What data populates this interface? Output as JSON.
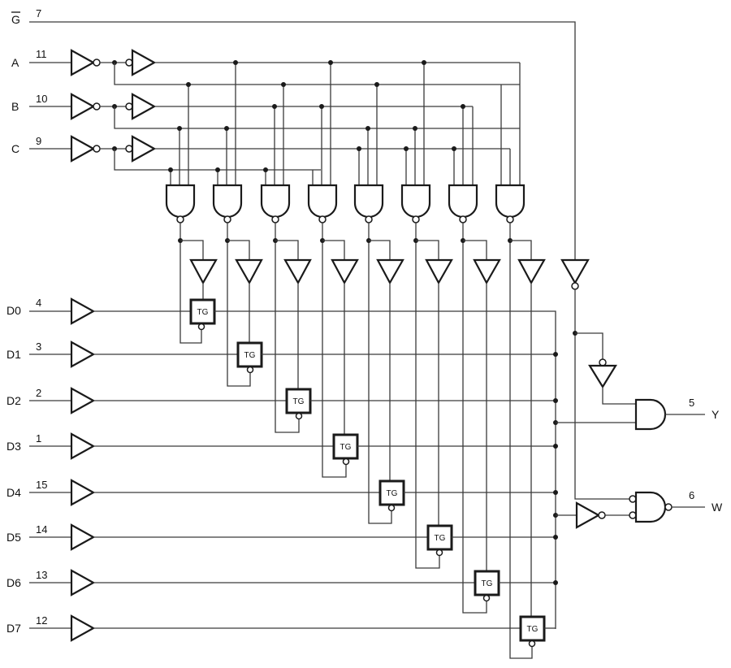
{
  "inputs": {
    "g_bar": {
      "label": "G",
      "pin": "7"
    },
    "selects": [
      {
        "label": "A",
        "pin": "11"
      },
      {
        "label": "B",
        "pin": "10"
      },
      {
        "label": "C",
        "pin": "9"
      }
    ],
    "data": [
      {
        "label": "D0",
        "pin": "4"
      },
      {
        "label": "D1",
        "pin": "3"
      },
      {
        "label": "D2",
        "pin": "2"
      },
      {
        "label": "D3",
        "pin": "1"
      },
      {
        "label": "D4",
        "pin": "15"
      },
      {
        "label": "D5",
        "pin": "14"
      },
      {
        "label": "D6",
        "pin": "13"
      },
      {
        "label": "D7",
        "pin": "12"
      }
    ]
  },
  "outputs": [
    {
      "label": "Y",
      "pin": "5"
    },
    {
      "label": "W",
      "pin": "6"
    }
  ],
  "transmission_gate_label": "TG"
}
